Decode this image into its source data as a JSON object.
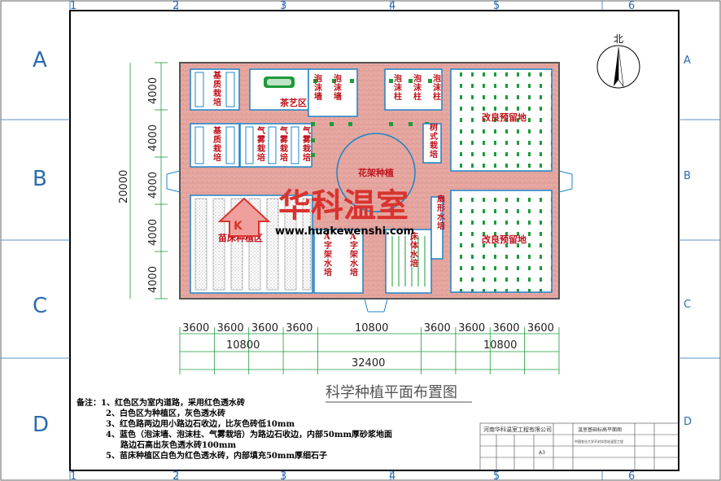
{
  "grid": {
    "cols": [
      "1",
      "2",
      "3",
      "4",
      "5",
      "6"
    ],
    "rows": [
      "A",
      "B",
      "C",
      "D"
    ]
  },
  "north": {
    "label": "北"
  },
  "zones": {
    "premium1": "基质栽培",
    "tea": "茶艺区",
    "foam1": "泡沫墙",
    "foam2": "泡沫墙",
    "foamcol1": "泡沫柱",
    "foamcol2": "泡沫柱",
    "foamcol3": "泡沫柱",
    "premium2": "基质栽培",
    "aero1": "气雾栽培",
    "aero2": "气雾栽培",
    "aero3": "气雾栽培",
    "tree": "树式栽培",
    "trellis": "花架种植",
    "reserve1": "改良预留地",
    "reserve2": "改良预留地",
    "seedbed": "苗床种植区",
    "aframe1": "A字架水培",
    "aframe2": "A字架水培",
    "bedwater": "床体水培",
    "fan": "扇形水培"
  },
  "dims": {
    "left": [
      "4000",
      "4000",
      "4000",
      "4000",
      "4000"
    ],
    "total_left": "20000",
    "bottom_row1": [
      "3600",
      "3600",
      "3600",
      "3600",
      "10800",
      "3600",
      "3600",
      "3600",
      "3600"
    ],
    "bottom_row2": [
      "10800",
      "10800"
    ],
    "total_bottom": "32400"
  },
  "title": "科学种植平面布置图",
  "notes": [
    "备注：1、红色区为室内道路，采用红色透水砖",
    "2、白色区为种植区，灰色透水砖",
    "3、红色路两边用小路边石收边，比灰色砖低10mm",
    "4、蓝色（泡沫墙、泡沫柱、气雾栽培）为路边石收边，内部50mm厚砂浆地面",
    "路边石高出灰色透水砖100mm",
    "5、苗床种植区白色为红色透水砖，内部填充50mm厚细石子"
  ],
  "titleblock": {
    "company": "河南华科温室工程有限公司",
    "drawing_name": "温室基础标高平面图",
    "project": "中国农业大学开封实验站温室工程",
    "paper": "A3"
  },
  "watermark": {
    "cn": "华科温室",
    "url": "www.huakewenshi.com"
  },
  "colors": {
    "road": "#e7a9a3",
    "border": "#1d84c7",
    "plant": "#ffffff",
    "green": "#1d9a3a"
  }
}
